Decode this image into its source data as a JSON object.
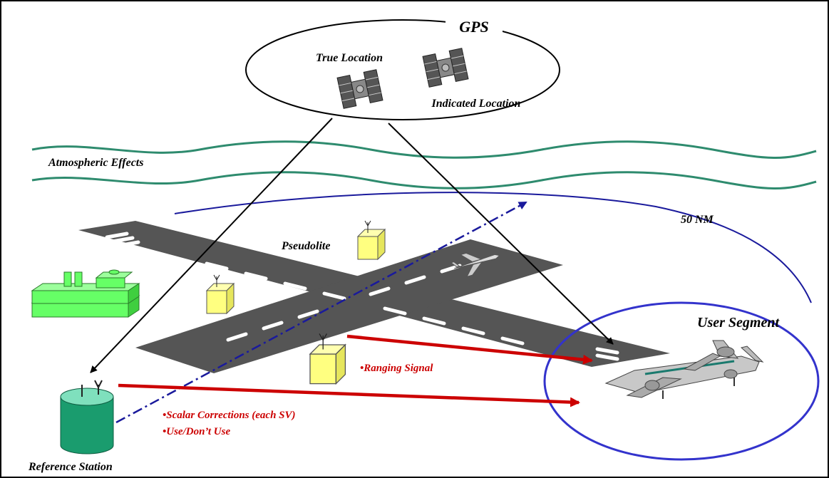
{
  "labels": {
    "gps": "GPS",
    "true_location": "True Location",
    "indicated_location": "Indicated Location",
    "atmospheric_effects": "Atmospheric Effects",
    "range": "50 NM",
    "pseudolite": "Pseudolite",
    "user_segment": "User Segment",
    "ranging_signal": "•Ranging Signal",
    "scalar_corrections": "•Scalar Corrections (each SV)",
    "use_dont_use": "•Use/Don’t Use",
    "reference_station": "Reference Station"
  },
  "colors": {
    "atmosphere": "#2e8b6e",
    "coverage": "#1a1a9c",
    "user_segment": "#3333cc",
    "signal": "#cc0000",
    "runway": "#555555",
    "pseudolite": "#ffff80",
    "building": "#66ff66",
    "reference_station": "#1a9c6e"
  }
}
